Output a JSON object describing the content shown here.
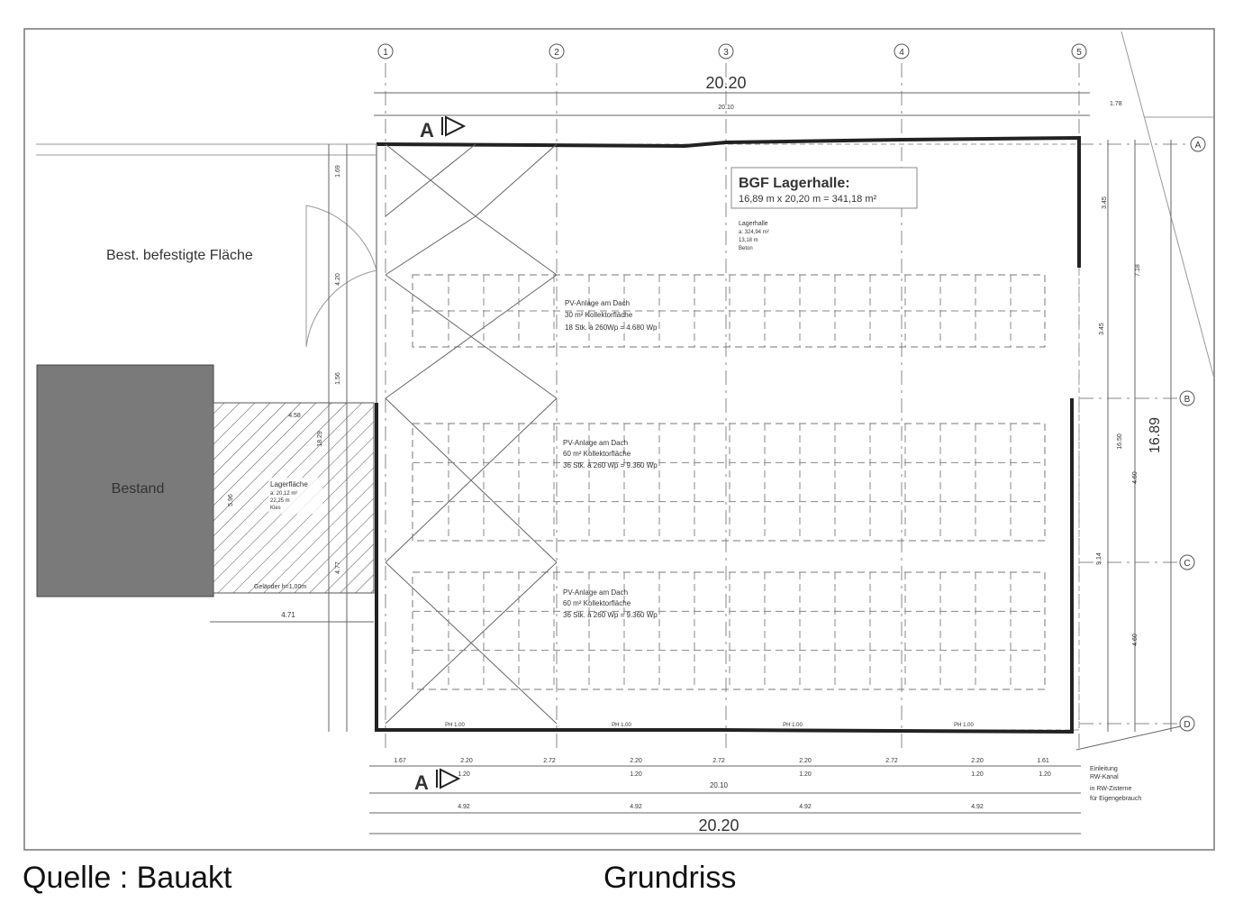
{
  "caption": {
    "source": "Quelle : Bauakt",
    "title": "Grundriss"
  },
  "plan": {
    "axes_columns": [
      "1",
      "2",
      "3",
      "4",
      "5"
    ],
    "axes_rows": [
      "A",
      "B",
      "C",
      "D"
    ],
    "area_label": "Best. befestigte Fläche",
    "existing_building": "Bestand",
    "bgf_title": "BGF Lagerhalle:",
    "bgf_formula": "16,89 m x 20,20 m = 341,18 m²",
    "hall_room": [
      "Lagerhalle",
      "a: 324,94 m²",
      "13,18 m",
      "Beton"
    ],
    "storage_room": [
      "Lagerfläche",
      "a: 20,12 m²",
      "22,25 m",
      "Kies"
    ],
    "railing_note": "Geländer h=1,00m",
    "pv_fields": [
      [
        "PV-Anlage am Dach",
        "30 m² Kollektorfläche",
        "18 Stk. à 260Wp = 4.680 Wp"
      ],
      [
        "PV-Anlage am Dach",
        "60 m² Kollektorfläche",
        "36 Stk. à 260 Wp = 9.360 Wp"
      ],
      [
        "PV-Anlage am Dach",
        "60 m² Kollektorfläche",
        "36 Stk. à 260 Wp = 9.360 Wp"
      ]
    ],
    "drain_note": [
      "Einleitung",
      "RW-Kanal",
      "in RW-Zisterne",
      "für Eigengebrauch"
    ],
    "section_mark": "A",
    "dims": {
      "top_total": "20.20",
      "top_inner": "20.10",
      "top_right": "1.78",
      "bottom_segments": [
        "1.67",
        "2.20",
        "2.72",
        "2.20",
        "2.72",
        "2.20",
        "2.72",
        "2.20",
        "1.61"
      ],
      "bottom_windows": [
        "1.20",
        "1.20",
        "1.20",
        "1.20",
        "1.20"
      ],
      "bottom_inner": "20.10",
      "bottom_bays": [
        "4.92",
        "4.92",
        "4.92",
        "4.92"
      ],
      "bottom_total": "20.20",
      "right_total": "16.89",
      "right_inner": "16.50",
      "right_parts": [
        "3.45",
        "7.18",
        "3.45",
        "4.60",
        "4.60",
        "9.14"
      ],
      "left_parts": [
        "1.69",
        "4.20",
        "1.56",
        "18.29",
        "4.77"
      ],
      "storage_width": "4.58",
      "storage_depth": "5.96",
      "storage_bottom": "4.71",
      "sill_labels": [
        "PH 1.00",
        "PH 1.00",
        "PH 1.00",
        "PH 1.00"
      ]
    }
  }
}
